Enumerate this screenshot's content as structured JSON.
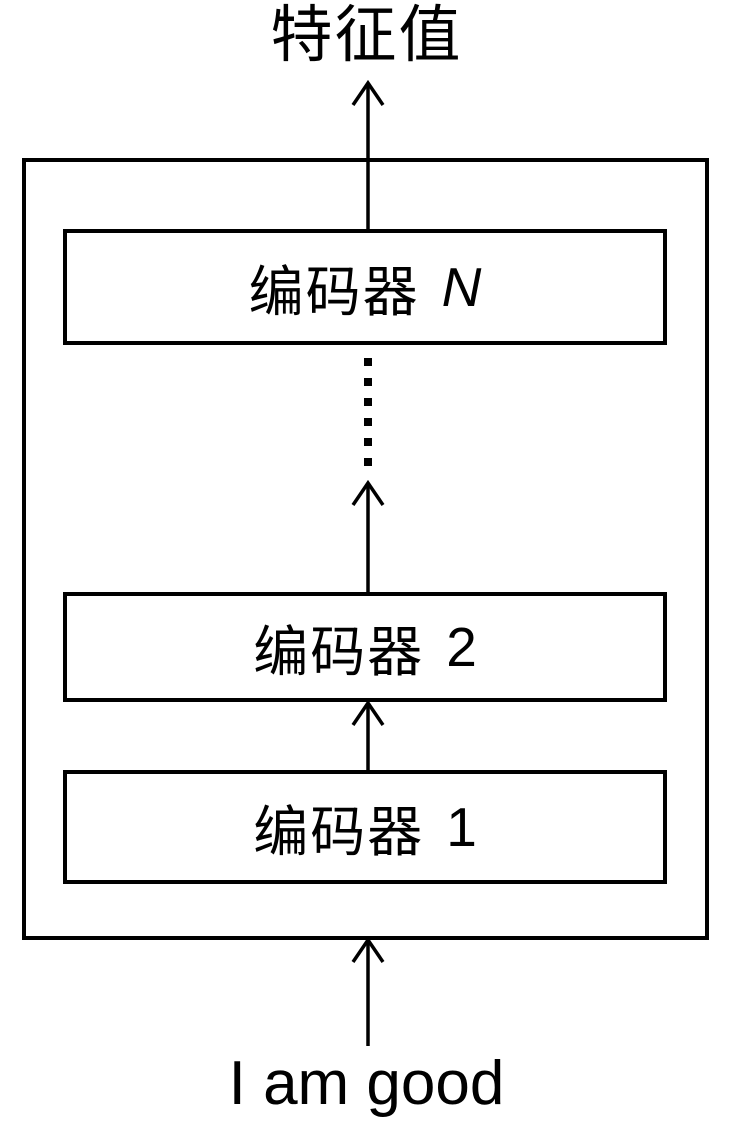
{
  "diagram": {
    "title": "特征值",
    "input_text": "I am good",
    "encoders": [
      {
        "prefix": "编码器",
        "index": "N"
      },
      {
        "prefix": "编码器",
        "index": "2"
      },
      {
        "prefix": "编码器",
        "index": "1"
      }
    ],
    "colors": {
      "line": "#000000",
      "text": "#000000",
      "background": "#ffffff"
    }
  }
}
